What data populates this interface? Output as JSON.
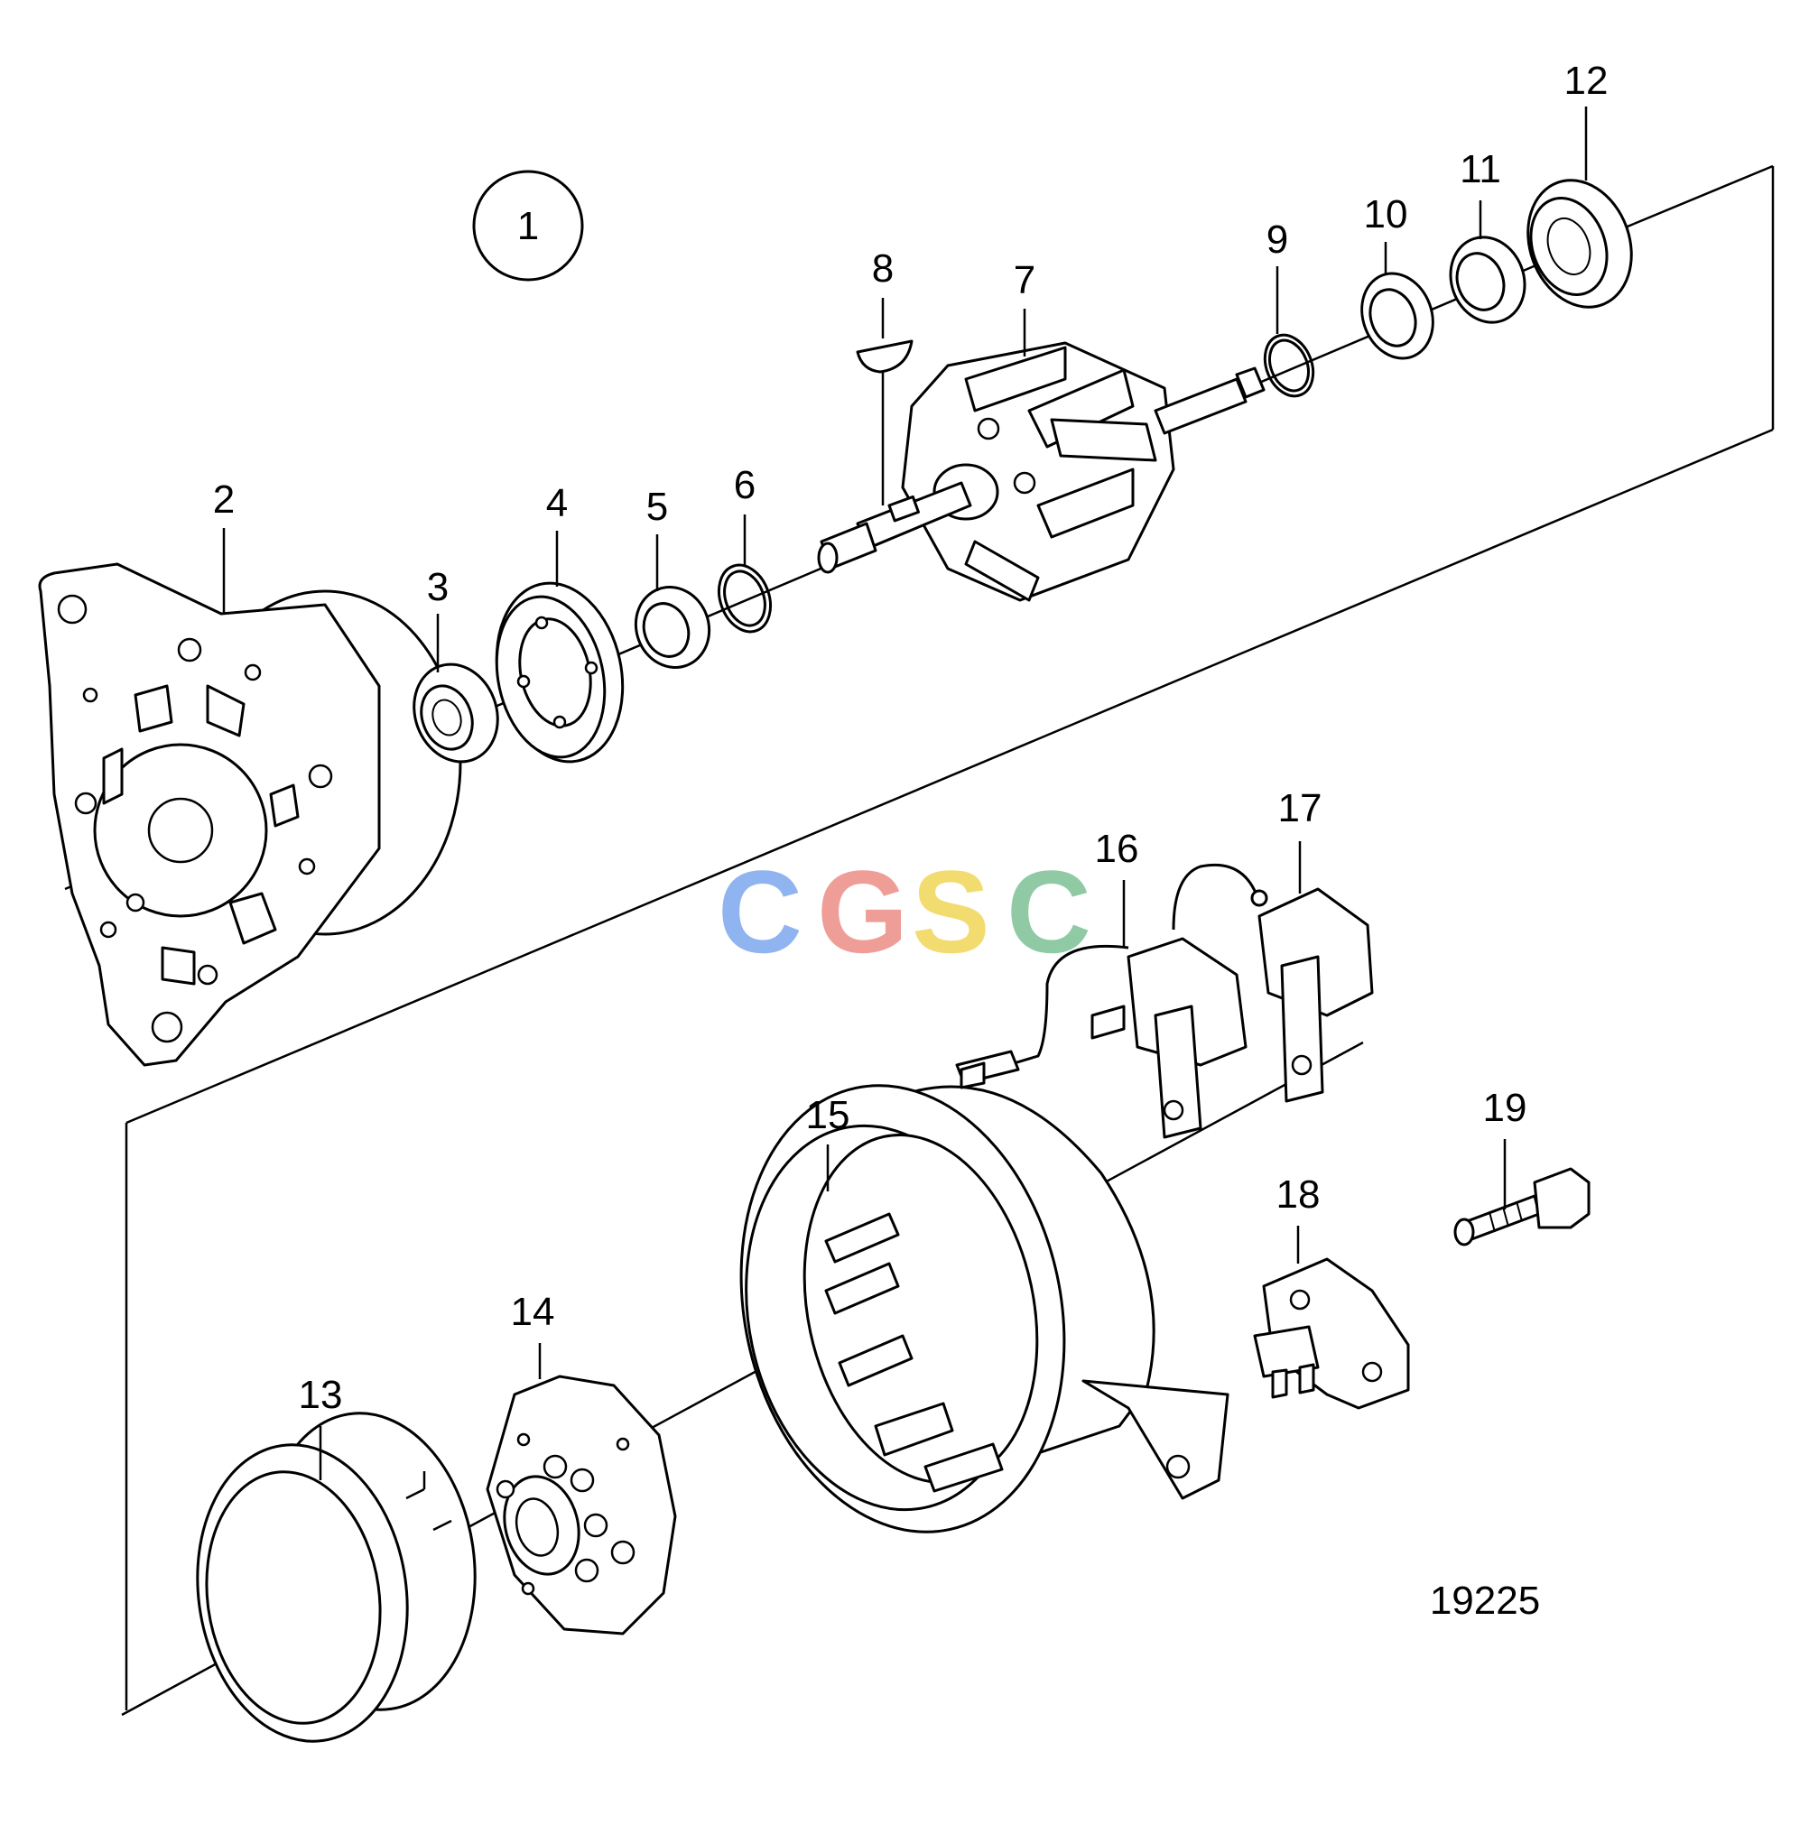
{
  "group_badge": "1",
  "drawing_number": "19225",
  "watermark": {
    "letters": [
      "C",
      "G",
      "S",
      "C"
    ],
    "colors": [
      "#8fb4ef",
      "#ef9d97",
      "#f3dc6f",
      "#8fcaa5"
    ]
  },
  "callouts": [
    "2",
    "3",
    "4",
    "5",
    "6",
    "7",
    "8",
    "9",
    "10",
    "11",
    "12",
    "13",
    "14",
    "15",
    "16",
    "17",
    "18",
    "19"
  ]
}
